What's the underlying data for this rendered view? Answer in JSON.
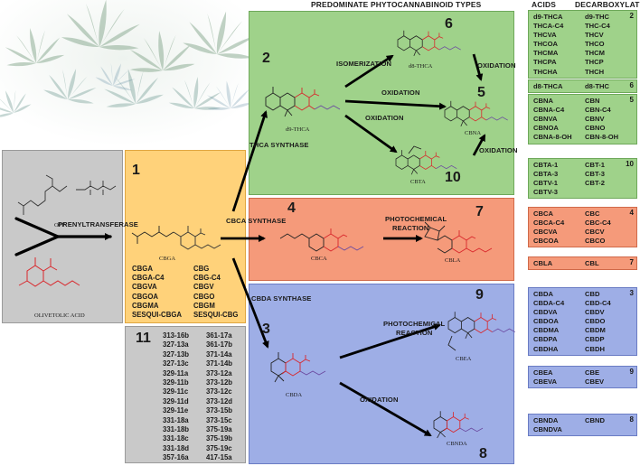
{
  "header": {
    "predominant": "PREDOMINATE  PHYTOCANNABINOID TYPES",
    "acids": "ACIDS",
    "decarboxylated": "DECARBOXYLATED"
  },
  "prenyl_panel": {
    "opp_label": "OPP",
    "olivetolic_label": "OLIVETOLIC ACID",
    "enzyme": "PRENYLTRANSFERASE"
  },
  "cbga_panel": {
    "number": "1",
    "molecule_label": "CBGA",
    "acids": [
      "CBGA",
      "CBGA-C4",
      "CBGVA",
      "CBGOA",
      "CBGMA",
      "SESQUI-CBGA"
    ],
    "neutrals": [
      "CBG",
      "CBG-C4",
      "CBGV",
      "CBGO",
      "CBGM",
      "SESQUI-CBG"
    ]
  },
  "list11": {
    "number": "11",
    "col1": [
      "313-16b",
      "327-13a",
      "327-13b",
      "327-13c",
      "329-11a",
      "329-11b",
      "329-11c",
      "329-11d",
      "329-11e",
      "331-18a",
      "331-18b",
      "331-18c",
      "331-18d",
      "357-16a"
    ],
    "col2": [
      "361-17a",
      "361-17b",
      "371-14a",
      "371-14b",
      "373-12a",
      "373-12b",
      "373-12c",
      "373-12d",
      "373-15b",
      "373-15c",
      "375-19a",
      "375-19b",
      "375-19c",
      "417-15a"
    ]
  },
  "enzymes": {
    "thca": "THCA SYNTHASE",
    "cbca": "CBCA SYNTHASE",
    "cbda": "CBDA SYNTHASE"
  },
  "thc_panel": {
    "n2": "2",
    "n6": "6",
    "n5": "5",
    "n10": "10",
    "isomerization": "ISOMERIZATION",
    "oxidation": "OXIDATION",
    "d9thca": "d9-THCA",
    "d8thca": "d8-THCA",
    "cbna": "CBNA",
    "cbta": "CBTA"
  },
  "cbc_panel": {
    "n4": "4",
    "n7": "7",
    "photochemical": "PHOTOCHEMICAL",
    "reaction": "REACTION",
    "cbca": "CBCA",
    "cbla": "CBLA"
  },
  "cbd_panel": {
    "n3": "3",
    "n9": "9",
    "n8": "8",
    "photochemical": "PHOTOCHEMICAL",
    "reaction": "REACTION",
    "oxidation": "OXIDATION",
    "cbda": "CBDA",
    "cbea": "CBEA",
    "cbnda": "CBNDA"
  },
  "tables": [
    {
      "number": "2",
      "color": "green",
      "acids": [
        "d9-THCA",
        "THCA-C4",
        "THCVA",
        "THCOA",
        "THCMA",
        "THCPA",
        "THCHA"
      ],
      "neutrals": [
        "d9-THC",
        "THC-C4",
        "THCV",
        "THCO",
        "THCM",
        "THCP",
        "THCH"
      ]
    },
    {
      "number": "6",
      "color": "green",
      "acids": [
        "d8-THCA"
      ],
      "neutrals": [
        "d8-THC"
      ]
    },
    {
      "number": "5",
      "color": "green",
      "acids": [
        "CBNA",
        "CBNA-C4",
        "CBNVA",
        "CBNOA",
        "CBNA-8-OH"
      ],
      "neutrals": [
        "CBN",
        "CBN-C4",
        "CBNV",
        "CBNO",
        "CBN-8-OH"
      ]
    },
    {
      "number": "10",
      "color": "green",
      "acids": [
        "CBTA-1",
        "CBTA-3",
        "CBTV-1",
        "CBTV-3"
      ],
      "neutrals": [
        "CBT-1",
        "CBT-3",
        "CBT-2"
      ]
    },
    {
      "number": "4",
      "color": "orange",
      "acids": [
        "CBCA",
        "CBCA-C4",
        "CBCVA",
        "CBCOA"
      ],
      "neutrals": [
        "CBC",
        "CBC-C4",
        "CBCV",
        "CBCO"
      ]
    },
    {
      "number": "7",
      "color": "orange",
      "acids": [
        "CBLA"
      ],
      "neutrals": [
        "CBL"
      ]
    },
    {
      "number": "3",
      "color": "blue",
      "acids": [
        "CBDA",
        "CBDA-C4",
        "CBDVA",
        "CBDOA",
        "CBDMA",
        "CBDPA",
        "CBDHA"
      ],
      "neutrals": [
        "CBD",
        "CBD-C4",
        "CBDV",
        "CBDO",
        "CBDM",
        "CBDP",
        "CBDH"
      ]
    },
    {
      "number": "9",
      "color": "blue",
      "acids": [
        "CBEA",
        "CBEVA"
      ],
      "neutrals": [
        "CBE",
        "CBEV"
      ]
    },
    {
      "number": "8",
      "color": "blue",
      "acids": [
        "CBNDA",
        "CBNDVA"
      ],
      "neutrals": [
        "CBND"
      ]
    }
  ]
}
